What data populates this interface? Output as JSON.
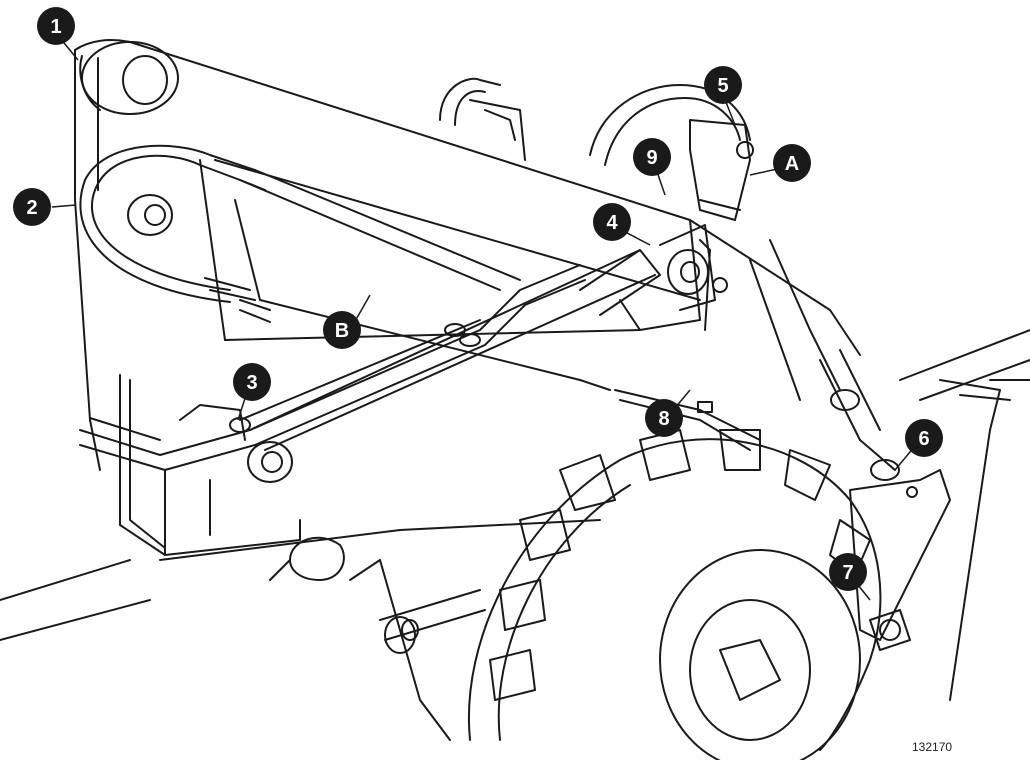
{
  "figure": {
    "figure_number": "132170"
  },
  "callouts": [
    {
      "id": "1",
      "label": "1"
    },
    {
      "id": "2",
      "label": "2"
    },
    {
      "id": "3",
      "label": "3"
    },
    {
      "id": "4",
      "label": "4"
    },
    {
      "id": "5",
      "label": "5"
    },
    {
      "id": "6",
      "label": "6"
    },
    {
      "id": "7",
      "label": "7"
    },
    {
      "id": "8",
      "label": "8"
    },
    {
      "id": "9",
      "label": "9"
    },
    {
      "id": "A",
      "label": "A"
    },
    {
      "id": "B",
      "label": "B"
    }
  ],
  "colors": {
    "line": "#1a1a1a",
    "callout_fill": "#1a1a1a",
    "callout_text": "#ffffff",
    "background": "#ffffff"
  }
}
